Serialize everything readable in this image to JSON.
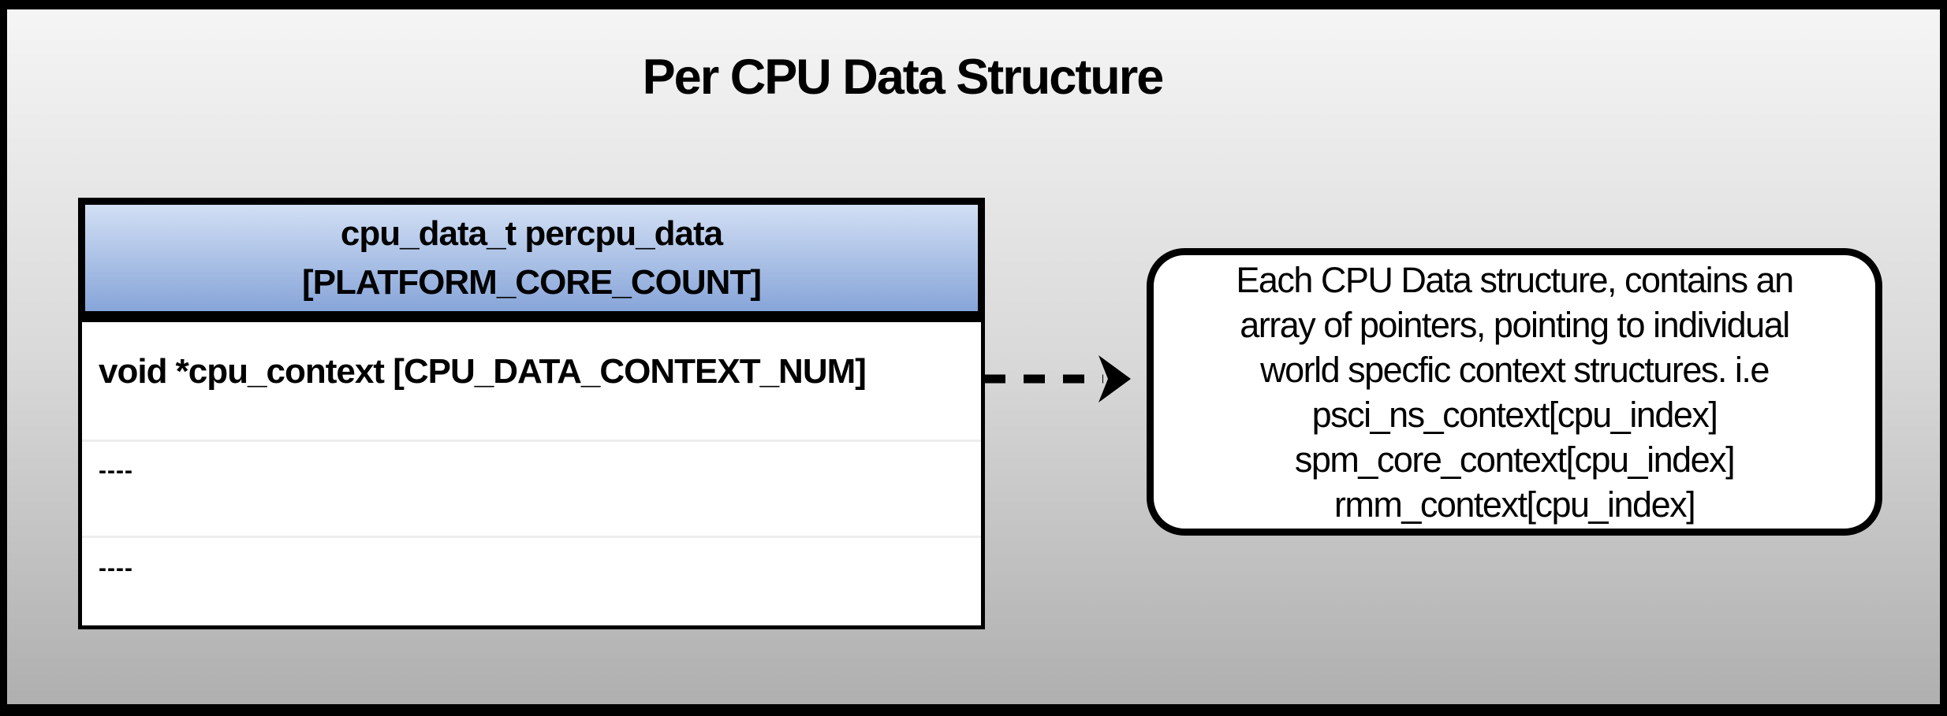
{
  "title": "Per CPU Data Structure",
  "struct_table": {
    "header_line1": "cpu_data_t percpu_data",
    "header_line2": "[PLATFORM_CORE_COUNT]",
    "rows": [
      "void *cpu_context [CPU_DATA_CONTEXT_NUM]",
      "----",
      "----"
    ]
  },
  "callout": {
    "lines": [
      "Each CPU Data structure, contains an",
      "array of pointers, pointing to individual",
      "world specfic context structures. i.e",
      "psci_ns_context[cpu_index]",
      "spm_core_context[cpu_index]",
      "rmm_context[cpu_index]"
    ]
  },
  "colors": {
    "ink": "#000000",
    "bg_top": "#f5f5f5",
    "bg_mid": "#d9d9d9",
    "bg_bottom": "#afafaf",
    "header_top": "#d2dff4",
    "header_bottom": "#87a5d9",
    "rule": "#ededed",
    "arrow": "#000000"
  }
}
